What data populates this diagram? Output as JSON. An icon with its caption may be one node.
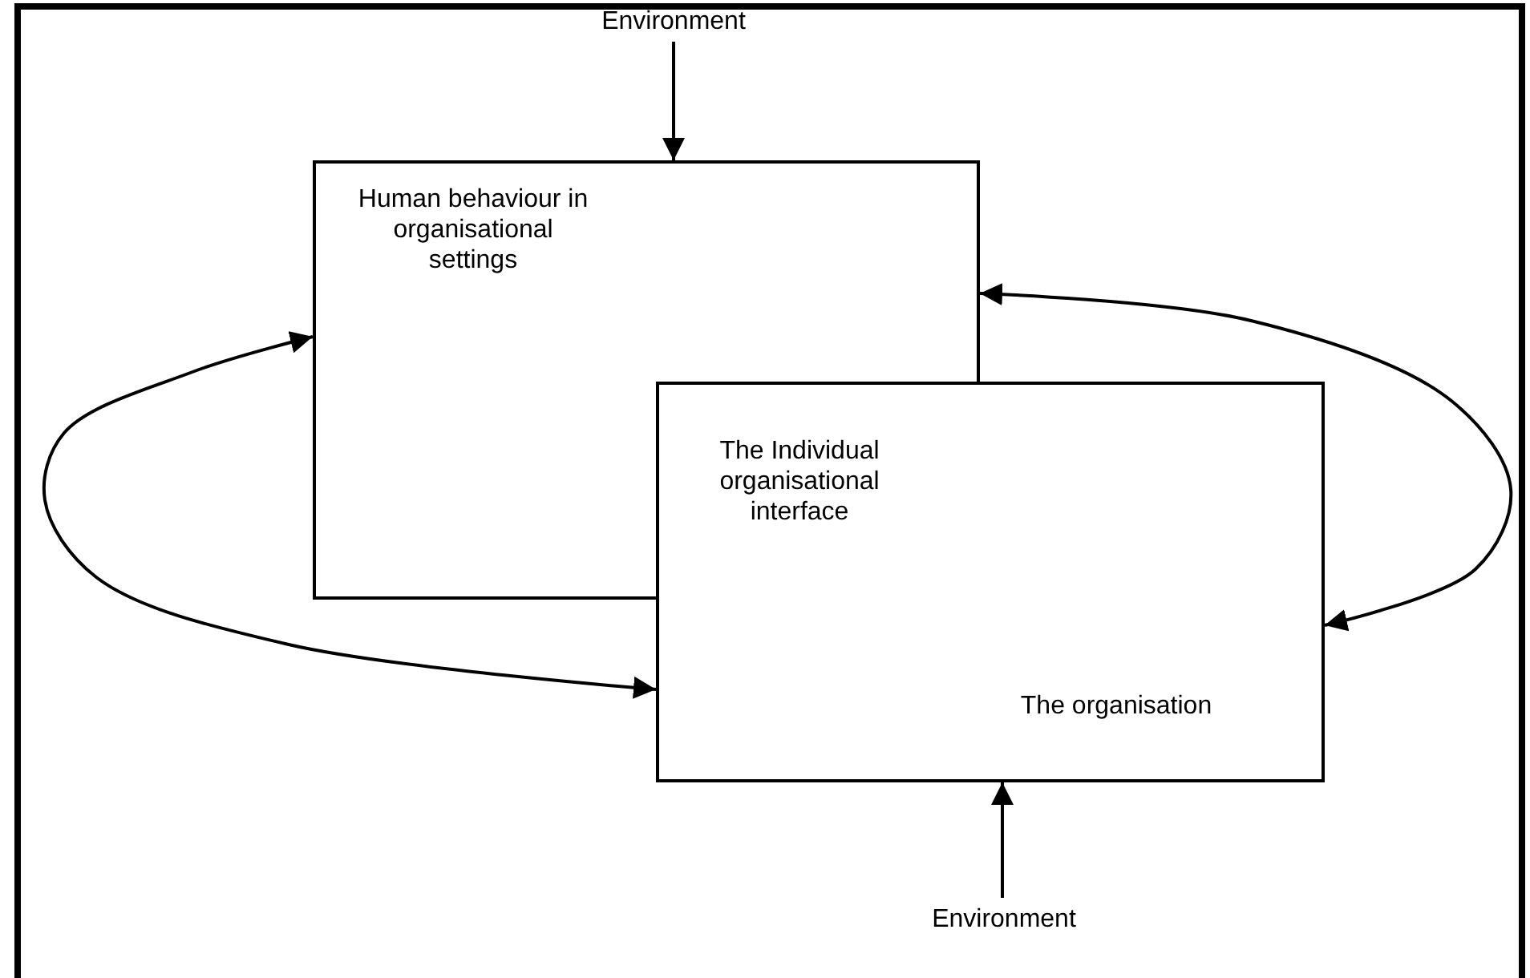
{
  "diagram": {
    "nodes": [
      {
        "text": [
          "Environment"
        ]
      },
      {
        "text": [
          "Human behaviour in organisational settings"
        ]
      },
      {
        "text": [
          "The Individual organisational interface",
          "The organisation"
        ]
      },
      {
        "text": [
          "Environment"
        ]
      }
    ],
    "edges": [
      {
        "from": 0,
        "to": 1,
        "arrow": "to"
      },
      {
        "from": 3,
        "to": 2,
        "arrow": "to"
      },
      {
        "from": 1,
        "to": 2,
        "arrow": "both"
      },
      {
        "from": 1,
        "to": 2,
        "arrow": "both"
      }
    ]
  }
}
